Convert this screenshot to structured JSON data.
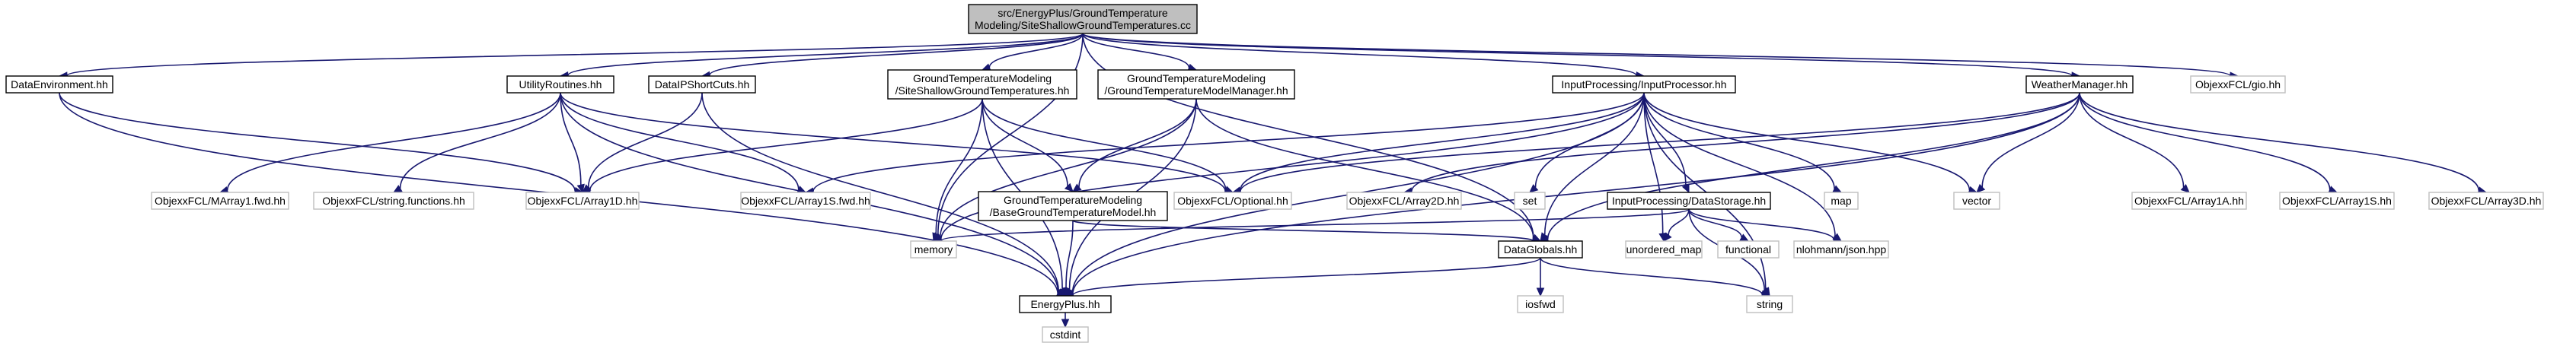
{
  "colors": {
    "root_fill": "#bfbfbf",
    "root_border": "#000000",
    "internal_fill": "#ffffff",
    "internal_border": "#000000",
    "external_fill": "#ffffff",
    "external_border": "#bfbfbf",
    "edge": "#191970"
  },
  "nodes": [
    {
      "id": "root",
      "lines": [
        "src/EnergyPlus/GroundTemperature",
        "Modeling/SiteShallowGroundTemperatures.cc"
      ],
      "kind": "root"
    },
    {
      "id": "dataenv",
      "lines": [
        "DataEnvironment.hh"
      ],
      "kind": "internal"
    },
    {
      "id": "utilroutines",
      "lines": [
        "UtilityRoutines.hh"
      ],
      "kind": "internal"
    },
    {
      "id": "dataipshort",
      "lines": [
        "DataIPShortCuts.hh"
      ],
      "kind": "internal"
    },
    {
      "id": "gtm_site",
      "lines": [
        "GroundTemperatureModeling",
        "/SiteShallowGroundTemperatures.hh"
      ],
      "kind": "internal"
    },
    {
      "id": "gtm_mgr",
      "lines": [
        "GroundTemperatureModeling",
        "/GroundTemperatureModelManager.hh"
      ],
      "kind": "internal"
    },
    {
      "id": "inputproc",
      "lines": [
        "InputProcessing/InputProcessor.hh"
      ],
      "kind": "internal"
    },
    {
      "id": "weathermgr",
      "lines": [
        "WeatherManager.hh"
      ],
      "kind": "internal"
    },
    {
      "id": "gio",
      "lines": [
        "ObjexxFCL/gio.hh"
      ],
      "kind": "external"
    },
    {
      "id": "marray1fwd",
      "lines": [
        "ObjexxFCL/MArray1.fwd.hh"
      ],
      "kind": "external"
    },
    {
      "id": "stringfn",
      "lines": [
        "ObjexxFCL/string.functions.hh"
      ],
      "kind": "external"
    },
    {
      "id": "array1d",
      "lines": [
        "ObjexxFCL/Array1D.hh"
      ],
      "kind": "external"
    },
    {
      "id": "array1sfwd",
      "lines": [
        "ObjexxFCL/Array1S.fwd.hh"
      ],
      "kind": "external"
    },
    {
      "id": "basegtm",
      "lines": [
        "GroundTemperatureModeling",
        "/BaseGroundTemperatureModel.hh"
      ],
      "kind": "internal"
    },
    {
      "id": "optional",
      "lines": [
        "ObjexxFCL/Optional.hh"
      ],
      "kind": "external"
    },
    {
      "id": "array2d",
      "lines": [
        "ObjexxFCL/Array2D.hh"
      ],
      "kind": "external"
    },
    {
      "id": "set",
      "lines": [
        "set"
      ],
      "kind": "external"
    },
    {
      "id": "datastorage",
      "lines": [
        "InputProcessing/DataStorage.hh"
      ],
      "kind": "internal"
    },
    {
      "id": "map",
      "lines": [
        "map"
      ],
      "kind": "external"
    },
    {
      "id": "vector",
      "lines": [
        "vector"
      ],
      "kind": "external"
    },
    {
      "id": "array1a",
      "lines": [
        "ObjexxFCL/Array1A.hh"
      ],
      "kind": "external"
    },
    {
      "id": "array1s",
      "lines": [
        "ObjexxFCL/Array1S.hh"
      ],
      "kind": "external"
    },
    {
      "id": "array3d",
      "lines": [
        "ObjexxFCL/Array3D.hh"
      ],
      "kind": "external"
    },
    {
      "id": "memory",
      "lines": [
        "memory"
      ],
      "kind": "external"
    },
    {
      "id": "dataglobals",
      "lines": [
        "DataGlobals.hh"
      ],
      "kind": "internal"
    },
    {
      "id": "unordered_map",
      "lines": [
        "unordered_map"
      ],
      "kind": "external"
    },
    {
      "id": "functional",
      "lines": [
        "functional"
      ],
      "kind": "external"
    },
    {
      "id": "json",
      "lines": [
        "nlohmann/json.hpp"
      ],
      "kind": "external"
    },
    {
      "id": "energyplus",
      "lines": [
        "EnergyPlus.hh"
      ],
      "kind": "internal"
    },
    {
      "id": "iosfwd",
      "lines": [
        "iosfwd"
      ],
      "kind": "external"
    },
    {
      "id": "string",
      "lines": [
        "string"
      ],
      "kind": "external"
    },
    {
      "id": "cstdint",
      "lines": [
        "cstdint"
      ],
      "kind": "external"
    }
  ],
  "edges": [
    [
      "root",
      "dataenv"
    ],
    [
      "root",
      "utilroutines"
    ],
    [
      "root",
      "dataipshort"
    ],
    [
      "root",
      "gtm_site"
    ],
    [
      "root",
      "gtm_mgr"
    ],
    [
      "root",
      "inputproc"
    ],
    [
      "root",
      "weathermgr"
    ],
    [
      "root",
      "gio"
    ],
    [
      "root",
      "dataglobals"
    ],
    [
      "root",
      "memory"
    ],
    [
      "dataenv",
      "array1d"
    ],
    [
      "dataenv",
      "energyplus"
    ],
    [
      "utilroutines",
      "marray1fwd"
    ],
    [
      "utilroutines",
      "stringfn"
    ],
    [
      "utilroutines",
      "array1d"
    ],
    [
      "utilroutines",
      "array1sfwd"
    ],
    [
      "utilroutines",
      "optional"
    ],
    [
      "utilroutines",
      "energyplus"
    ],
    [
      "dataipshort",
      "array1d"
    ],
    [
      "dataipshort",
      "energyplus"
    ],
    [
      "gtm_site",
      "array1d"
    ],
    [
      "gtm_site",
      "basegtm"
    ],
    [
      "gtm_site",
      "memory"
    ],
    [
      "gtm_site",
      "optional"
    ],
    [
      "gtm_site",
      "energyplus"
    ],
    [
      "gtm_mgr",
      "basegtm"
    ],
    [
      "gtm_mgr",
      "memory"
    ],
    [
      "gtm_mgr",
      "energyplus"
    ],
    [
      "gtm_mgr",
      "dataglobals"
    ],
    [
      "basegtm",
      "energyplus"
    ],
    [
      "basegtm",
      "dataglobals"
    ],
    [
      "inputproc",
      "array1sfwd"
    ],
    [
      "inputproc",
      "optional"
    ],
    [
      "inputproc",
      "set"
    ],
    [
      "inputproc",
      "datastorage"
    ],
    [
      "inputproc",
      "map"
    ],
    [
      "inputproc",
      "vector"
    ],
    [
      "inputproc",
      "unordered_map"
    ],
    [
      "inputproc",
      "json"
    ],
    [
      "inputproc",
      "string"
    ],
    [
      "inputproc",
      "dataglobals"
    ],
    [
      "inputproc",
      "energyplus"
    ],
    [
      "inputproc",
      "memory"
    ],
    [
      "weathermgr",
      "array2d"
    ],
    [
      "weathermgr",
      "optional"
    ],
    [
      "weathermgr",
      "vector"
    ],
    [
      "weathermgr",
      "array1a"
    ],
    [
      "weathermgr",
      "array1s"
    ],
    [
      "weathermgr",
      "array3d"
    ],
    [
      "weathermgr",
      "dataglobals"
    ],
    [
      "weathermgr",
      "energyplus"
    ],
    [
      "datastorage",
      "memory"
    ],
    [
      "datastorage",
      "unordered_map"
    ],
    [
      "datastorage",
      "functional"
    ],
    [
      "datastorage",
      "json"
    ],
    [
      "datastorage",
      "string"
    ],
    [
      "dataglobals",
      "energyplus"
    ],
    [
      "dataglobals",
      "iosfwd"
    ],
    [
      "dataglobals",
      "string"
    ],
    [
      "energyplus",
      "cstdint"
    ]
  ]
}
